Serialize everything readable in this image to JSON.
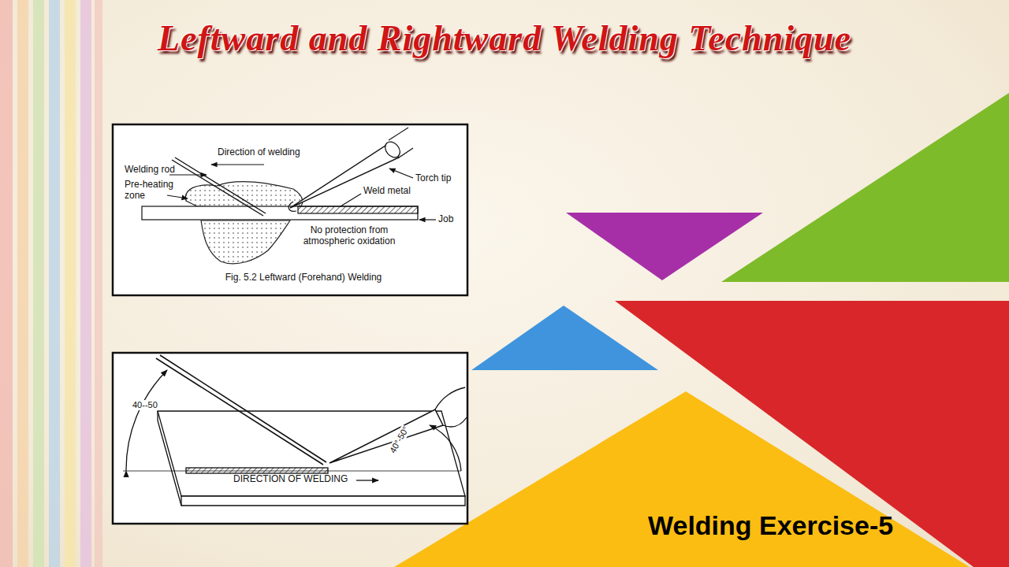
{
  "diagram": {
    "title": "Leftward and Rightward Welding Technique",
    "caption": "Fig. 5.2 Leftward (Forehand) Welding",
    "labels": [
      "Direction of welding",
      "Welding rod",
      "Pre-heating zone",
      "Torch tip",
      "Weld metal",
      "Job",
      "No protection from atmospheric oxidation",
      "40--50",
      "40°-50°",
      "DIRECTION OF WELDING",
      "Welding Exercise-5"
    ]
  }
}
